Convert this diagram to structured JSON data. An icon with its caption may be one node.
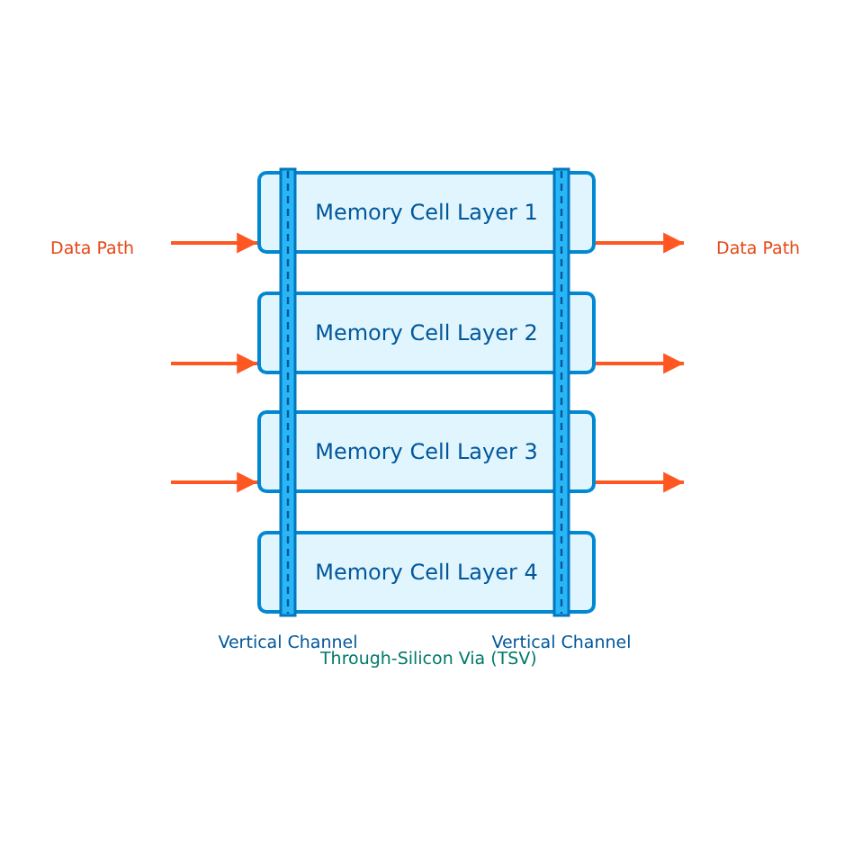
{
  "diagram": {
    "nodes": [
      {
        "text": [
          "Memory Cell Layer 1"
        ]
      },
      {
        "text": [
          "Memory Cell Layer 2"
        ]
      },
      {
        "text": [
          "Memory Cell Layer 3"
        ]
      },
      {
        "text": [
          "Memory Cell Layer 4"
        ]
      },
      {
        "text": [
          "Vertical Channel"
        ]
      },
      {
        "text": [
          "Vertical Channel"
        ]
      }
    ],
    "edges": [
      {
        "from": null,
        "to": 0,
        "arrow": "to"
      },
      {
        "from": null,
        "to": 1,
        "arrow": "to"
      },
      {
        "from": null,
        "to": 2,
        "arrow": "to"
      },
      {
        "from": 0,
        "to": null,
        "arrow": "to"
      },
      {
        "from": 1,
        "to": null,
        "arrow": "to"
      },
      {
        "from": 2,
        "to": null,
        "arrow": "to"
      }
    ],
    "labels": [
      "Data Path",
      "Data Path",
      "Through-Silicon Via (TSV)"
    ]
  }
}
